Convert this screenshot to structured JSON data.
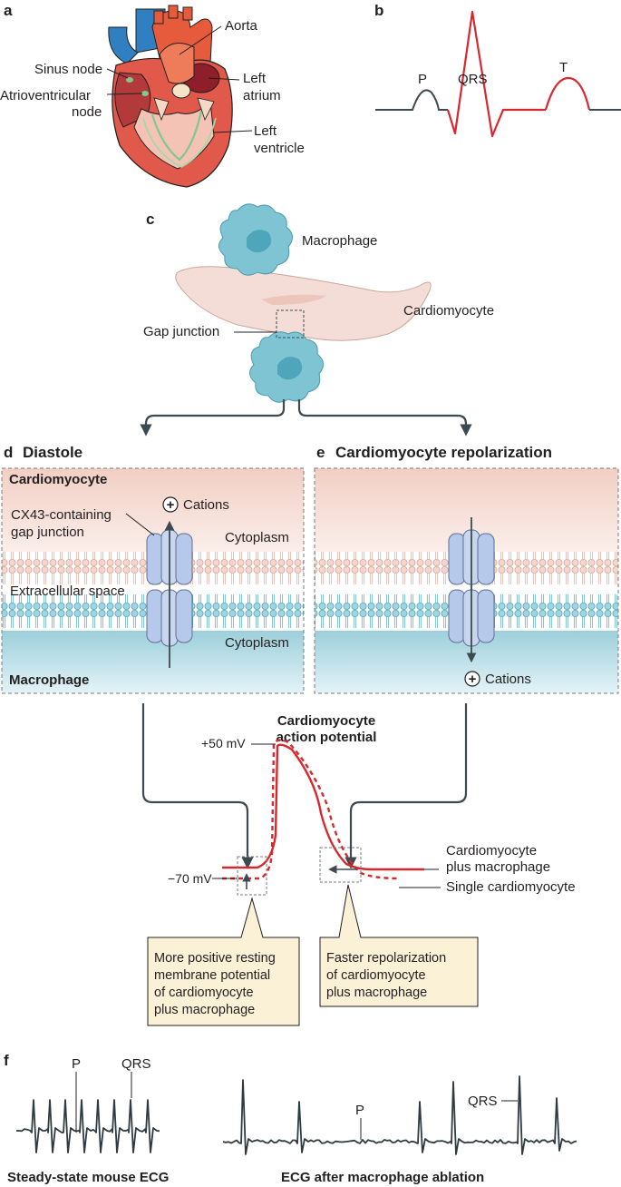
{
  "panel_letters": {
    "a": "a",
    "b": "b",
    "c": "c",
    "d": "d",
    "e": "e",
    "f": "f"
  },
  "heart": {
    "aorta": "Aorta",
    "sinus_node": "Sinus node",
    "av_node_line1": "Atrioventricular",
    "av_node_line2": "node",
    "left_atrium_line1": "Left",
    "left_atrium_line2": "atrium",
    "left_ventricle_line1": "Left",
    "left_ventricle_line2": "ventricle"
  },
  "ecg_wave": {
    "p": "P",
    "qrs": "QRS",
    "t": "T"
  },
  "cells": {
    "macrophage": "Macrophage",
    "cardiomyocyte": "Cardiomyocyte",
    "gap_junction": "Gap junction"
  },
  "diastole": {
    "title": "Diastole",
    "cardiomyocyte": "Cardiomyocyte",
    "gap_line1": "CX43-containing",
    "gap_line2": "gap junction",
    "cations": "Cations",
    "cytoplasm_top": "Cytoplasm",
    "extracellular": "Extracellular space",
    "cytoplasm_bottom": "Cytoplasm",
    "macrophage": "Macrophage",
    "plus": "+"
  },
  "repolarization": {
    "title": "Cardiomyocyte repolarization",
    "cations": "Cations",
    "plus": "+"
  },
  "action_potential": {
    "title_line1": "Cardiomyocyte",
    "title_line2": "action potential",
    "plus50": "+50 mV",
    "minus70": "−70 mV",
    "legend_combined_line1": "Cardiomyocyte",
    "legend_combined_line2": "plus macrophage",
    "legend_single": "Single cardiomyocyte",
    "note_left": [
      "More positive resting",
      "membrane potential",
      "of cardiomyocyte",
      "plus macrophage"
    ],
    "note_right": [
      "Faster repolarization",
      "of cardiomyocyte",
      "plus macrophage"
    ]
  },
  "ecg_traces": {
    "left_p": "P",
    "left_qrs": "QRS",
    "left_caption": "Steady-state mouse ECG",
    "right_p": "P",
    "right_qrs": "QRS",
    "right_caption": "ECG after macrophage ablation"
  },
  "colors": {
    "red_trace": "#d7282f",
    "dark_line": "#3d4a4f",
    "cardiomyocyte_fill": "#f4ddd6",
    "macrophage_fill": "#7fc4d3",
    "channel_fill": "#b7c9ea",
    "note_fill": "#fbf1d7"
  }
}
